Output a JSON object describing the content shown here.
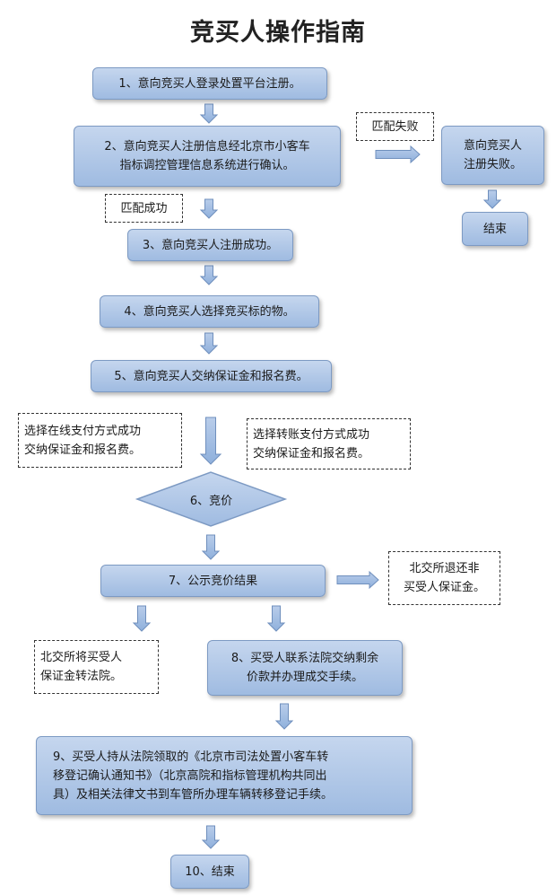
{
  "title": "竞买人操作指南",
  "steps": {
    "s1": "1、意向竞买人登录处置平台注册。",
    "s2": "2、意向竞买人注册信息经北京市小客车\n指标调控管理信息系统进行确认。",
    "s3": "3、意向竞买人注册成功。",
    "s4": "4、意向竞买人选择竞买标的物。",
    "s5": "5、意向竞买人交纳保证金和报名费。",
    "s6": "6、竞价",
    "s7": "7、公示竞价结果",
    "s8": "8、买受人联系法院交纳剩余\n价款并办理成交手续。",
    "s9": "9、买受人持从法院领取的《北京市司法处置小客车转\n移登记确认通知书》（北京高院和指标管理机构共同出\n具）及相关法律文书到车管所办理车辆转移登记手续。",
    "s10": "10、结束",
    "fail_box": "意向竞买人\n注册失败。",
    "end_box": "结束"
  },
  "notes": {
    "match_fail": "匹配失败",
    "match_success": "匹配成功",
    "online_pay": "选择在线支付方式成功\n交纳保证金和报名费。",
    "transfer_pay": "选择转账支付方式成功\n交纳保证金和报名费。",
    "refund": "北交所退还非\n买受人保证金。",
    "transfer_court": "北交所将买受人\n保证金转法院。"
  }
}
